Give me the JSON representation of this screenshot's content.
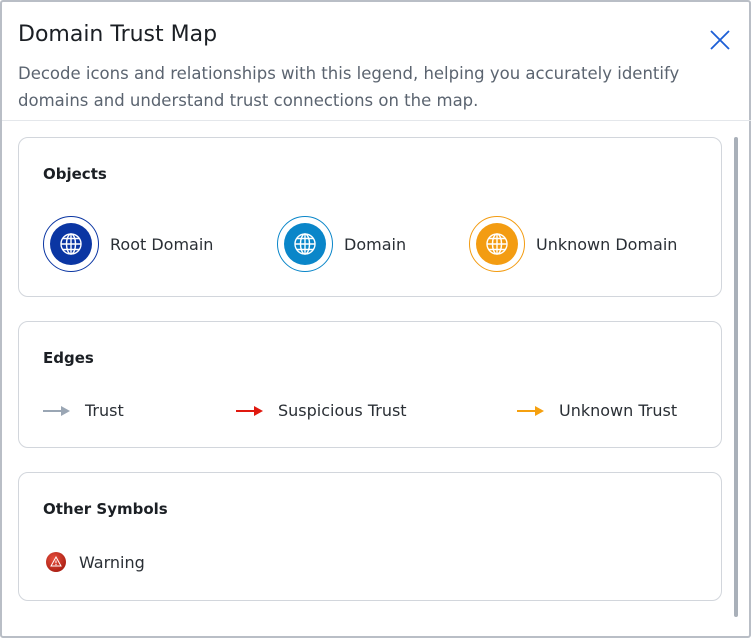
{
  "dialog": {
    "title": "Domain Trust Map",
    "subtitle": "Decode icons and relationships with this legend, helping you accurately identify domains and understand trust connections on the map.",
    "close_icon": "close-icon"
  },
  "objects": {
    "heading": "Objects",
    "items": [
      {
        "label": "Root Domain",
        "icon": "globe-icon",
        "color": "#0b36a3"
      },
      {
        "label": "Domain",
        "icon": "globe-icon",
        "color": "#0a86c9"
      },
      {
        "label": "Unknown Domain",
        "icon": "globe-icon",
        "color": "#f39c12"
      }
    ]
  },
  "edges": {
    "heading": "Edges",
    "items": [
      {
        "label": "Trust",
        "color": "#9aa6b4"
      },
      {
        "label": "Suspicious Trust",
        "color": "#e0190f"
      },
      {
        "label": "Unknown Trust",
        "color": "#f5a00f"
      }
    ]
  },
  "other": {
    "heading": "Other Symbols",
    "items": [
      {
        "label": "Warning",
        "icon": "warning-icon",
        "color": "#c0281c"
      }
    ]
  }
}
